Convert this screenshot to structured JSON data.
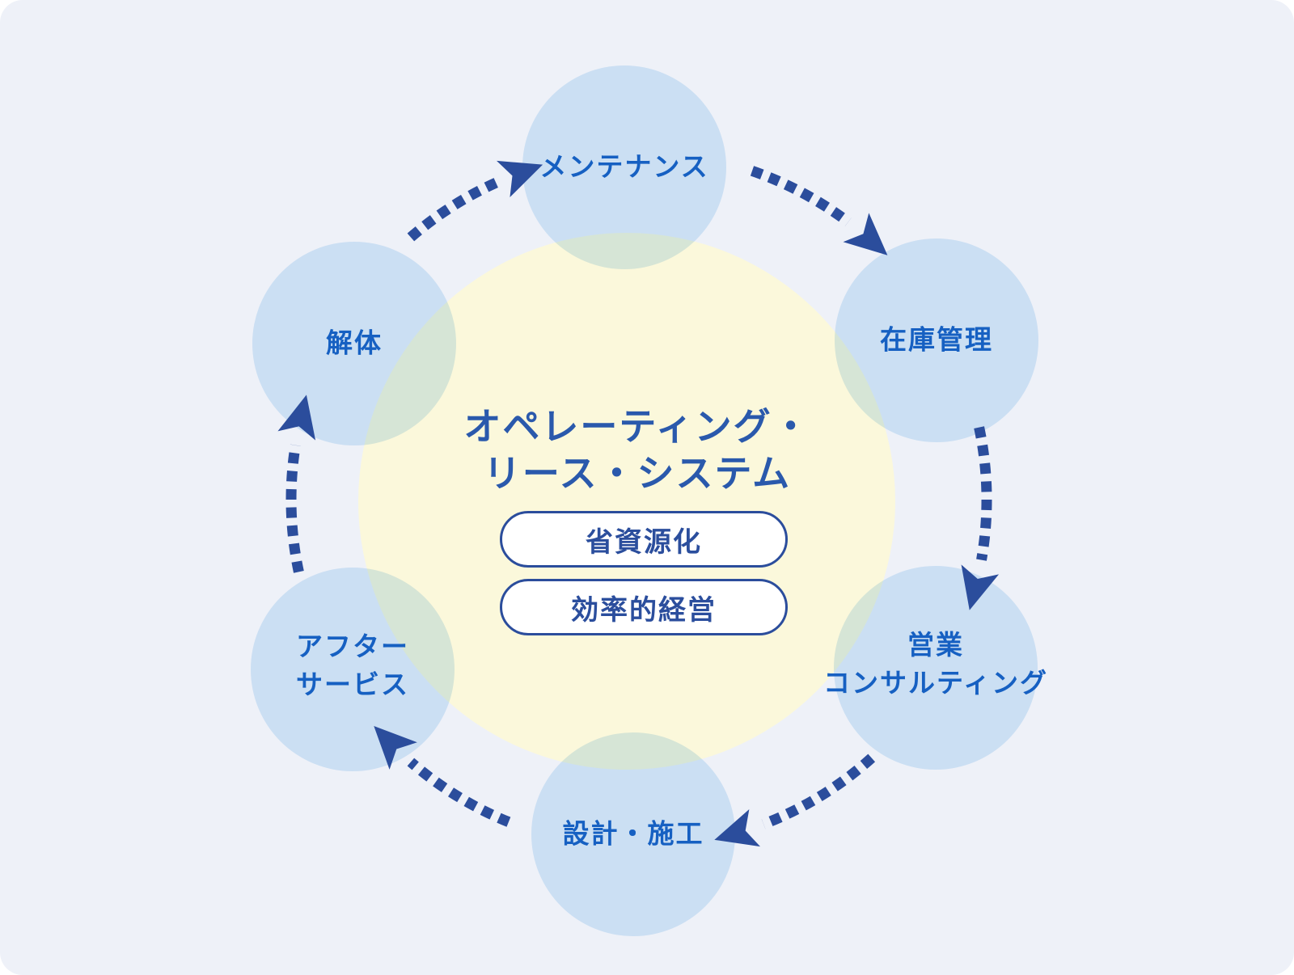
{
  "diagram": {
    "type": "cycle-diagram",
    "center": {
      "title_lines": [
        "オペレーティング・",
        "リース・システム"
      ],
      "badges": [
        "省資源化",
        "効率的経営"
      ]
    },
    "nodes": [
      {
        "id": "maintenance",
        "lines": [
          "メンテナンス"
        ]
      },
      {
        "id": "inventory-management",
        "lines": [
          "在庫管理"
        ]
      },
      {
        "id": "sales-consulting",
        "lines": [
          "営業",
          "コンサルティング"
        ]
      },
      {
        "id": "design-construction",
        "lines": [
          "設計・施工"
        ]
      },
      {
        "id": "after-service",
        "lines": [
          "アフター",
          "サービス"
        ]
      },
      {
        "id": "demolition",
        "lines": [
          "解体"
        ]
      }
    ],
    "flow": [
      {
        "from": "demolition",
        "to": "maintenance"
      },
      {
        "from": "maintenance",
        "to": "inventory-management"
      },
      {
        "from": "inventory-management",
        "to": "sales-consulting"
      },
      {
        "from": "sales-consulting",
        "to": "design-construction"
      },
      {
        "from": "design-construction",
        "to": "after-service"
      },
      {
        "from": "after-service",
        "to": "demolition"
      }
    ],
    "colors": {
      "canvas_bg": "#EEF1F8",
      "center_circle": "#FBF8DB",
      "node_circle": "#DAECFA",
      "overlap_tint": "#D6E4D6",
      "node_text": "#1660C2",
      "title_text": "#2A59AC",
      "arrow": "#2B4D9C",
      "badge_border": "#2B4D9C",
      "badge_text": "#2B4E9D"
    }
  }
}
